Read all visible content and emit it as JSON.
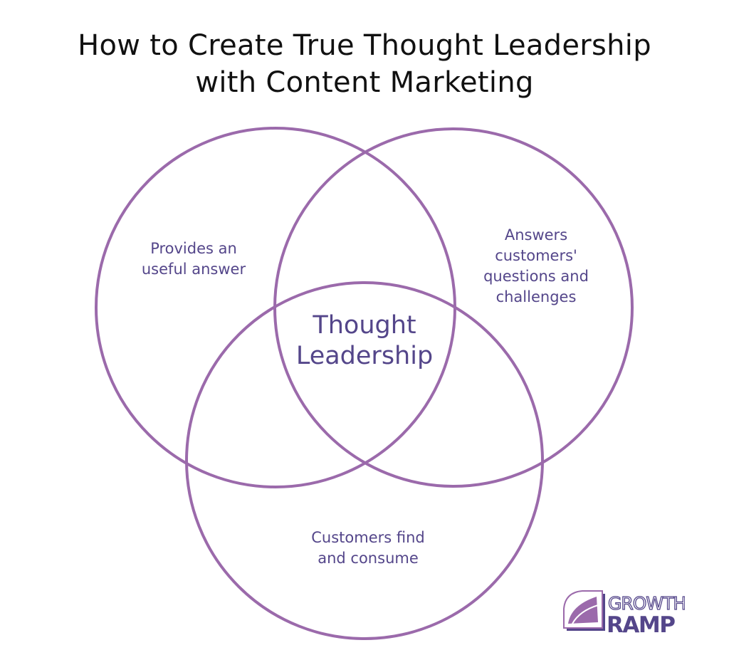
{
  "title": {
    "line1": "How to Create True Thought Leadership",
    "line2": "with Content Marketing"
  },
  "diagram": {
    "type": "venn",
    "circle_color": "#9b6aab",
    "text_color": "#54468a",
    "circles": [
      {
        "id": "left",
        "label": "Provides an useful answer",
        "lines": [
          "Provides an",
          "useful answer"
        ]
      },
      {
        "id": "right",
        "label": "Answers customers' questions and challenges",
        "lines": [
          "Answers",
          "customers'",
          "questions and",
          "challenges"
        ]
      },
      {
        "id": "bottom",
        "label": "Customers find and consume",
        "lines": [
          "Customers find",
          "and consume"
        ]
      }
    ],
    "intersection": {
      "label": "Thought Leadership",
      "lines": [
        "Thought",
        "Leadership"
      ]
    }
  },
  "logo": {
    "line1": "GROWTH",
    "line2": "RAMP",
    "color": "#54468a",
    "accent": "#9b6aab"
  }
}
